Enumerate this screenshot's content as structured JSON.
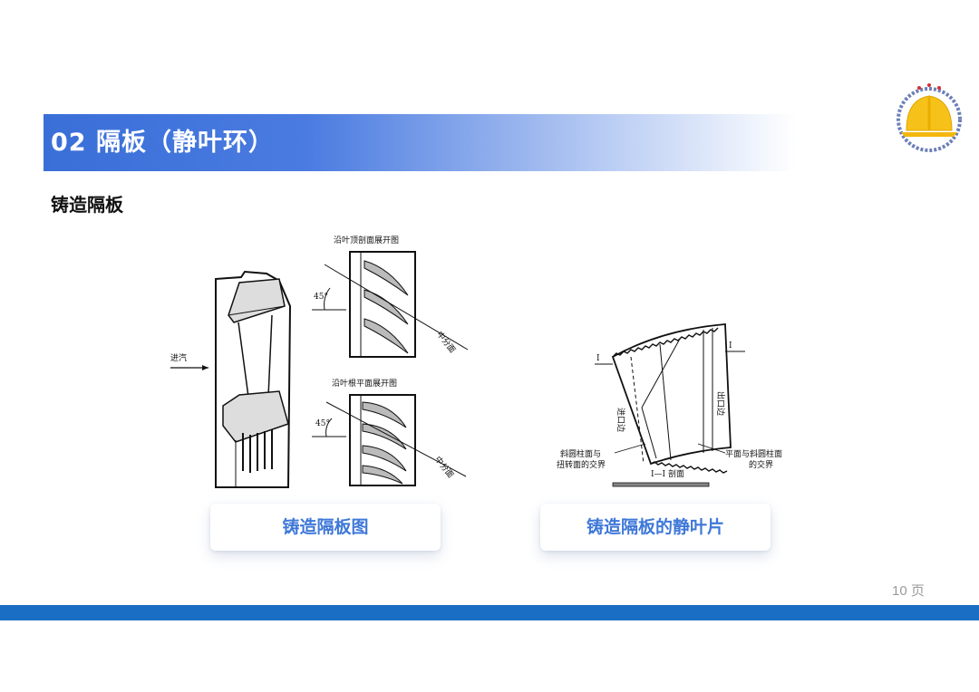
{
  "header": {
    "title": "02 隔板（静叶环）"
  },
  "section": {
    "subtitle": "铸造隔板"
  },
  "figures": {
    "left": {
      "caption": "铸造隔板图",
      "labels": {
        "steam_in": "进汽",
        "top_view": "沿叶顶剖面展开图",
        "bottom_view": "沿叶根平面展开图",
        "angle_top": "45°",
        "angle_bottom": "45°",
        "mid_top": "中分面",
        "mid_bottom": "中分面"
      }
    },
    "right": {
      "caption": "铸造隔板的静叶片",
      "labels": {
        "mark_left": "I",
        "mark_right": "I",
        "inlet_side": "进口边",
        "outlet_side": "出口边",
        "left_note_1": "斜圆柱面与",
        "left_note_2": "扭转面的交界",
        "right_note_1": "平面与斜圆柱面",
        "right_note_2": "的交界",
        "section_label": "I—I 剖面"
      }
    }
  },
  "footer": {
    "page": "10 页"
  },
  "colors": {
    "title_bar": "#3a6fd8",
    "caption_text": "#3f78d8",
    "bottom_band": "#1a6fc4"
  }
}
